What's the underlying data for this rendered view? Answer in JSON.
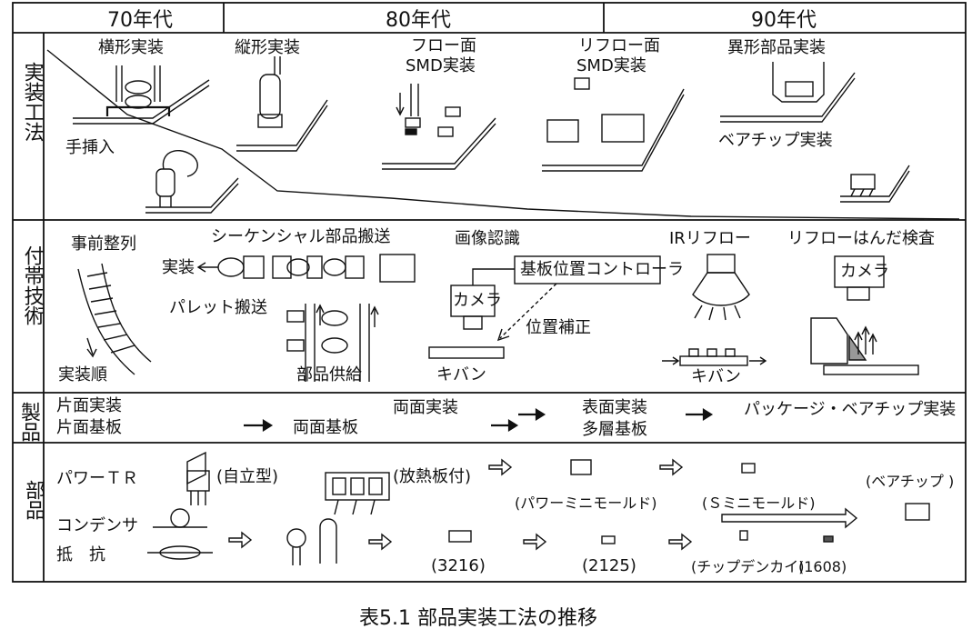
{
  "caption": "表5.1 部品実装工法の推移",
  "eras": [
    "70年代",
    "80年代",
    "90年代"
  ],
  "rows": {
    "mount": "実装工法",
    "tape": "付帯技術",
    "product": "製品",
    "parts": "部品"
  },
  "mount": {
    "horizontal": "横形実装",
    "vertical": "縦形実装",
    "flow_1": "フロー面",
    "flow_2": "SMD実装",
    "reflow_1": "リフロー面",
    "reflow_2": "SMD実装",
    "odd": "異形部品実装",
    "manual": "手挿入",
    "bare": "ベアチップ実装"
  },
  "tape": {
    "prealign": "事前整列",
    "sequential": "シーケンシャル部品搬送",
    "mount_arrow": "実装",
    "pallet": "パレット搬送",
    "supply": "部品供給",
    "order": "実装順",
    "image": "画像認識",
    "controller": "基板位置コントローラ",
    "camera1": "カメラ",
    "correction": "位置補正",
    "board1": "キバン",
    "ir": "IRリフロー",
    "board2": "キバン",
    "inspect": "リフローはんだ検査",
    "camera2": "カメラ"
  },
  "product": {
    "single_mount": "片面実装",
    "single_board": "片面基板",
    "double_board": "両面基板",
    "double_mount": "両面実装",
    "surface_mount": "表面実装",
    "multilayer": "多層基板",
    "package": "パッケージ・ベアチップ実装"
  },
  "parts": {
    "power_tr": "パワーＴＲ",
    "self_standing": "(自立型)",
    "heatsink": "(放熱板付)",
    "power_mini": "(パワーミニモールド)",
    "s_mini": "(Ｓミニモールド)",
    "bare_chip": "(ベアチップ )",
    "capacitor": "コンデンサ",
    "resistor": "抵　抗",
    "size_3216": "(3216)",
    "size_2125": "(2125)",
    "chip_cap": "(チップデンカイ)",
    "size_1608": "(1608)"
  }
}
